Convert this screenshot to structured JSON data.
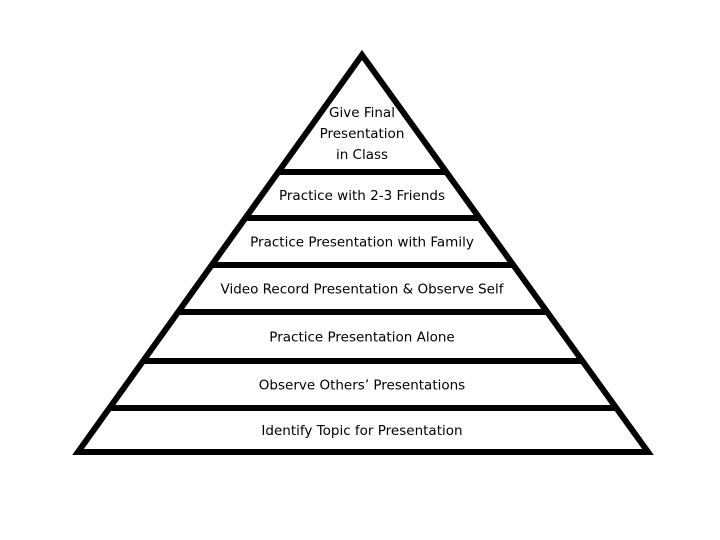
{
  "diagram": {
    "type": "pyramid",
    "levels_top_to_bottom": [
      {
        "lines": [
          "Give Final",
          "Presentation",
          "in Class"
        ]
      },
      {
        "lines": [
          "Practice with 2-3 Friends"
        ]
      },
      {
        "lines": [
          "Practice Presentation with Family"
        ]
      },
      {
        "lines": [
          "Video Record Presentation & Observe Self"
        ]
      },
      {
        "lines": [
          "Practice Presentation Alone"
        ]
      },
      {
        "lines": [
          "Observe Others’ Presentations"
        ]
      },
      {
        "lines": [
          "Identify Topic for Presentation"
        ]
      }
    ],
    "stroke_color": "#000000",
    "fill_color": "#ffffff"
  }
}
